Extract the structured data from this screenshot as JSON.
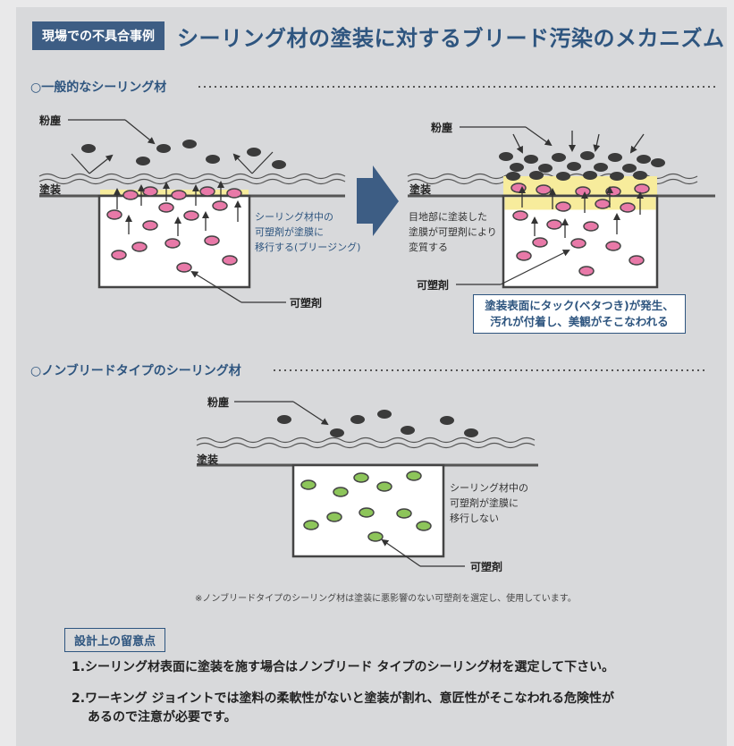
{
  "header": {
    "tag": "現場での不具合事例",
    "title": "シーリング材の塗装に対するブリード汚染のメカニズム"
  },
  "section_general": {
    "title": "○一般的なシーリング材",
    "left": {
      "dust_label": "粉塵",
      "paint_label": "塗装",
      "note_line1": "シーリング材中の",
      "note_line2": "可塑剤が塗膜に",
      "note_line3": "移行する(ブリージング)",
      "plasticizer_label": "可塑剤"
    },
    "right": {
      "dust_label": "粉塵",
      "paint_label": "塗装",
      "note_line1": "目地部に塗装した",
      "note_line2": "塗膜が可塑剤により",
      "note_line3": "変質する",
      "plasticizer_label": "可塑剤",
      "callout_line1": "塗装表面にタック(ベタつき)が発生、",
      "callout_line2": "汚れが付着し、美観がそこなわれる"
    }
  },
  "section_nonbleed": {
    "title": "○ノンブリードタイプのシーリング材",
    "dust_label": "粉塵",
    "paint_label": "塗装",
    "note_line1": "シーリング材中の",
    "note_line2": "可塑剤が塗膜に",
    "note_line3": "移行しない",
    "plasticizer_label": "可塑剤",
    "footnote": "※ノンブリードタイプのシーリング材は塗装に悪影響のない可塑剤を選定し、使用しています。"
  },
  "design": {
    "title": "設計上の留意点",
    "point1": "1.シーリング材表面に塗装を施す場合はノンブリード タイプのシーリング材を選定して下さい。",
    "point2_line1": "2.ワーキング ジョイントでは塗料の柔軟性がないと塗装が割れ、意匠性がそこなわれる危険性が",
    "point2_line2": "あるので注意が必要です。"
  },
  "colors": {
    "navy": "#2e557f",
    "pink": "#e879a8",
    "green": "#8dc55a",
    "dust": "#3b3b3b",
    "yellow": "#f7ec9c"
  }
}
